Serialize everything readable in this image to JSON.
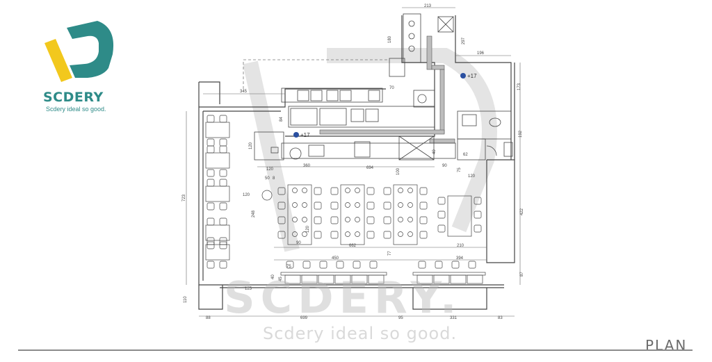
{
  "brand": {
    "name": "SCDERY",
    "tagline": "Scdery ideal so good.",
    "colors": {
      "yellow": "#f2c81d",
      "teal": "#2e8b88"
    }
  },
  "watermark": {
    "big": "SCDERY.",
    "tagline": "Scdery ideal so good."
  },
  "plan_label": "PLAN",
  "dims": {
    "d213": "213",
    "d180": "180",
    "d297": "297",
    "d196": "196",
    "d173": "173",
    "d345": "345",
    "d70": "70",
    "d84": "84",
    "d120a": "120",
    "d120b": "120",
    "d360": "360",
    "d694": "694",
    "d100": "100",
    "d90": "90",
    "d62": "62",
    "d75": "75",
    "d120c": "120",
    "d40": "40",
    "d192": "192",
    "d422": "422",
    "d723": "723",
    "d120d": "120",
    "d50": "50",
    "d8": "8",
    "d248": "248",
    "d120e": "120",
    "d90b": "90",
    "d662": "662",
    "d210": "210",
    "d77": "77",
    "d450": "450",
    "d394": "394",
    "d75b": "75",
    "d40b": "40",
    "d45": "45",
    "d125": "125",
    "d87": "87",
    "d110": "110",
    "d88": "88",
    "d699": "699",
    "d95": "95",
    "d331": "331",
    "d83": "83"
  },
  "levels": {
    "upper": "+17",
    "lower": "+17"
  }
}
